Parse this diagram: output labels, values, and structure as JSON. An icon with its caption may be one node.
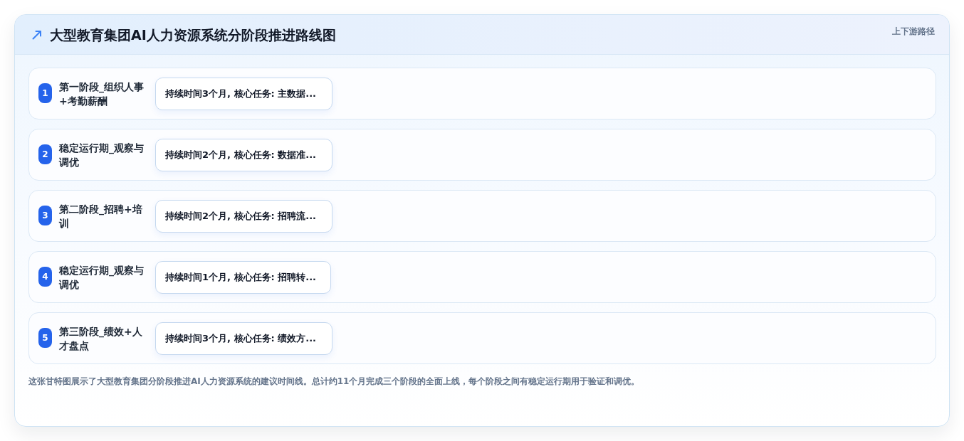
{
  "diagram": {
    "title": "大型教育集团AI人力资源系统分阶段推进路线图",
    "caption": "这张甘特图展示了大型教育集团分阶段推进AI人力资源系统的建议时间线。总计约11个月完成三个阶段的全面上线，每个阶段之间有稳定运行期用于验证和调优。",
    "nodes": [
      {
        "text": [
          "第一阶段_组织人事+考勤薪酬"
        ]
      },
      {
        "text": [
          "1"
        ],
        "in": 0
      },
      {
        "text": [
          "持续时间3个月, 核心任务: 主数据..."
        ],
        "in": 0
      },
      {
        "text": [
          "稳定运行期_观察与调优"
        ]
      },
      {
        "text": [
          "2"
        ],
        "in": 3
      },
      {
        "text": [
          "持续时间2个月, 核心任务: 数据准..."
        ],
        "in": 3
      },
      {
        "text": [
          "第二阶段_招聘+培训"
        ]
      },
      {
        "text": [
          "3"
        ],
        "in": 6
      },
      {
        "text": [
          "持续时间2个月, 核心任务: 招聘流..."
        ],
        "in": 6
      },
      {
        "text": [
          "稳定运行期_观察与调优"
        ]
      },
      {
        "text": [
          "4"
        ],
        "in": 9
      },
      {
        "text": [
          "持续时间1个月, 核心任务: 招聘转..."
        ],
        "in": 9
      },
      {
        "text": [
          "第三阶段_绩效+人才盘点"
        ]
      },
      {
        "text": [
          "5"
        ],
        "in": 12
      },
      {
        "text": [
          "持续时间3个月, 核心任务: 绩效方..."
        ],
        "in": 12
      }
    ],
    "labels": [
      "上下游路径"
    ]
  }
}
